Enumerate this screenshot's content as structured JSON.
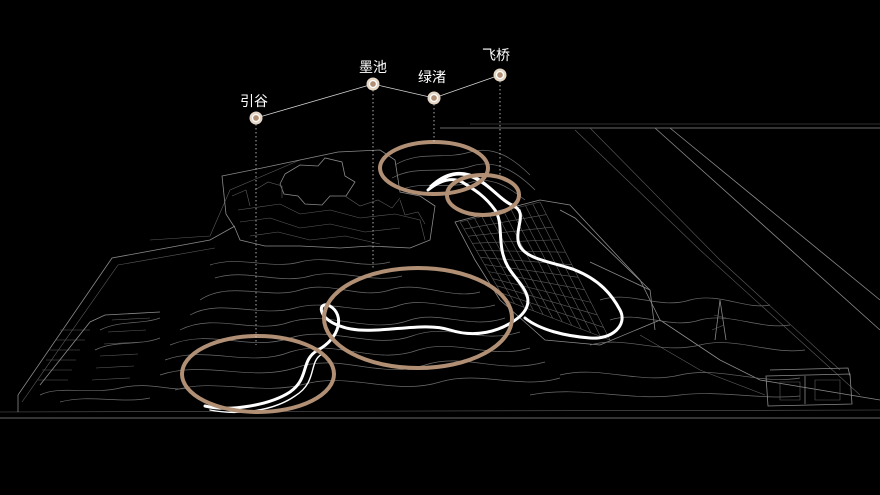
{
  "colors": {
    "background": "#000000",
    "accent": "#b08f74",
    "line": "#8a8a8a",
    "path": "#ffffff"
  },
  "labels": [
    {
      "id": "yingu",
      "text": "引谷"
    },
    {
      "id": "mochi",
      "text": "墨池"
    },
    {
      "id": "lvzhu",
      "text": "绿渚"
    },
    {
      "id": "feiqiao",
      "text": "飞桥"
    }
  ]
}
